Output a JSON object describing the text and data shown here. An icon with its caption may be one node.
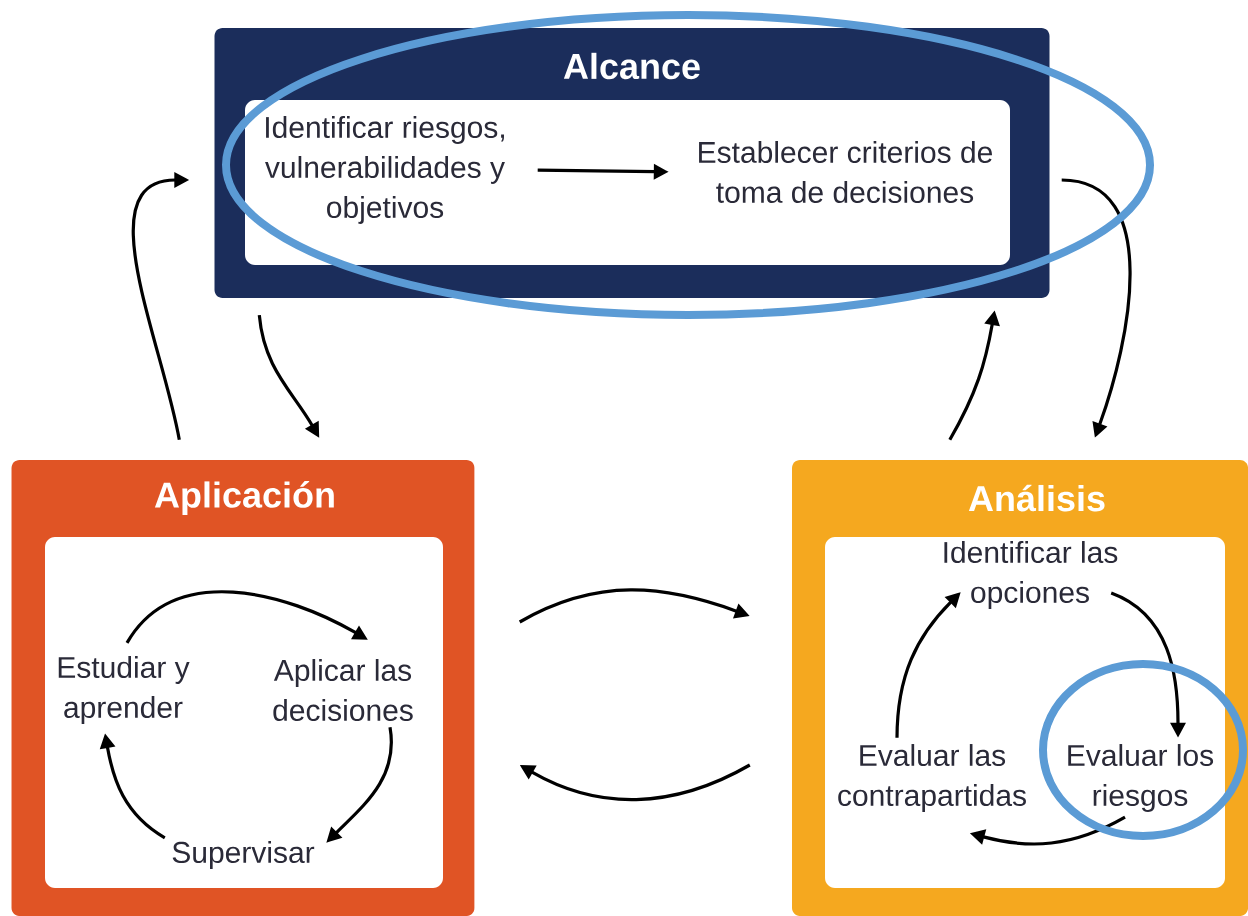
{
  "diagram": {
    "nodes": [
      {
        "text": [
          "Alcance"
        ]
      },
      {
        "text": [
          "Identificar riesgos, vulnerabilidades y objetivos"
        ],
        "in": 0
      },
      {
        "text": [
          "Establecer criterios de toma de decisiones"
        ],
        "in": 0
      },
      {
        "text": [
          "Aplicación"
        ]
      },
      {
        "text": [
          "Estudiar y aprender"
        ],
        "in": 3
      },
      {
        "text": [
          "Aplicar las decisiones"
        ],
        "in": 3
      },
      {
        "text": [
          "Supervisar"
        ],
        "in": 3
      },
      {
        "text": [
          "Análisis"
        ]
      },
      {
        "text": [
          "Identificar las opciones"
        ],
        "in": 7
      },
      {
        "text": [
          "Evaluar los riesgos"
        ],
        "in": 7
      },
      {
        "text": [
          "Evaluar las contrapartidas"
        ],
        "in": 7
      }
    ],
    "edges": [
      {
        "from": 1,
        "to": 2,
        "arrow": "to"
      },
      {
        "from": 0,
        "to": 3,
        "arrow": "to"
      },
      {
        "from": 3,
        "to": 0,
        "arrow": "to"
      },
      {
        "from": 0,
        "to": 7,
        "arrow": "to"
      },
      {
        "from": 7,
        "to": 0,
        "arrow": "to"
      },
      {
        "from": 3,
        "to": 7,
        "arrow": "to"
      },
      {
        "from": 7,
        "to": 3,
        "arrow": "to"
      },
      {
        "from": 4,
        "to": 5,
        "arrow": "to"
      },
      {
        "from": 5,
        "to": 6,
        "arrow": "to"
      },
      {
        "from": 6,
        "to": 4,
        "arrow": "to"
      },
      {
        "from": 8,
        "to": 9,
        "arrow": "to"
      },
      {
        "from": 9,
        "to": 10,
        "arrow": "to"
      },
      {
        "from": 10,
        "to": 8,
        "arrow": "to"
      }
    ]
  }
}
